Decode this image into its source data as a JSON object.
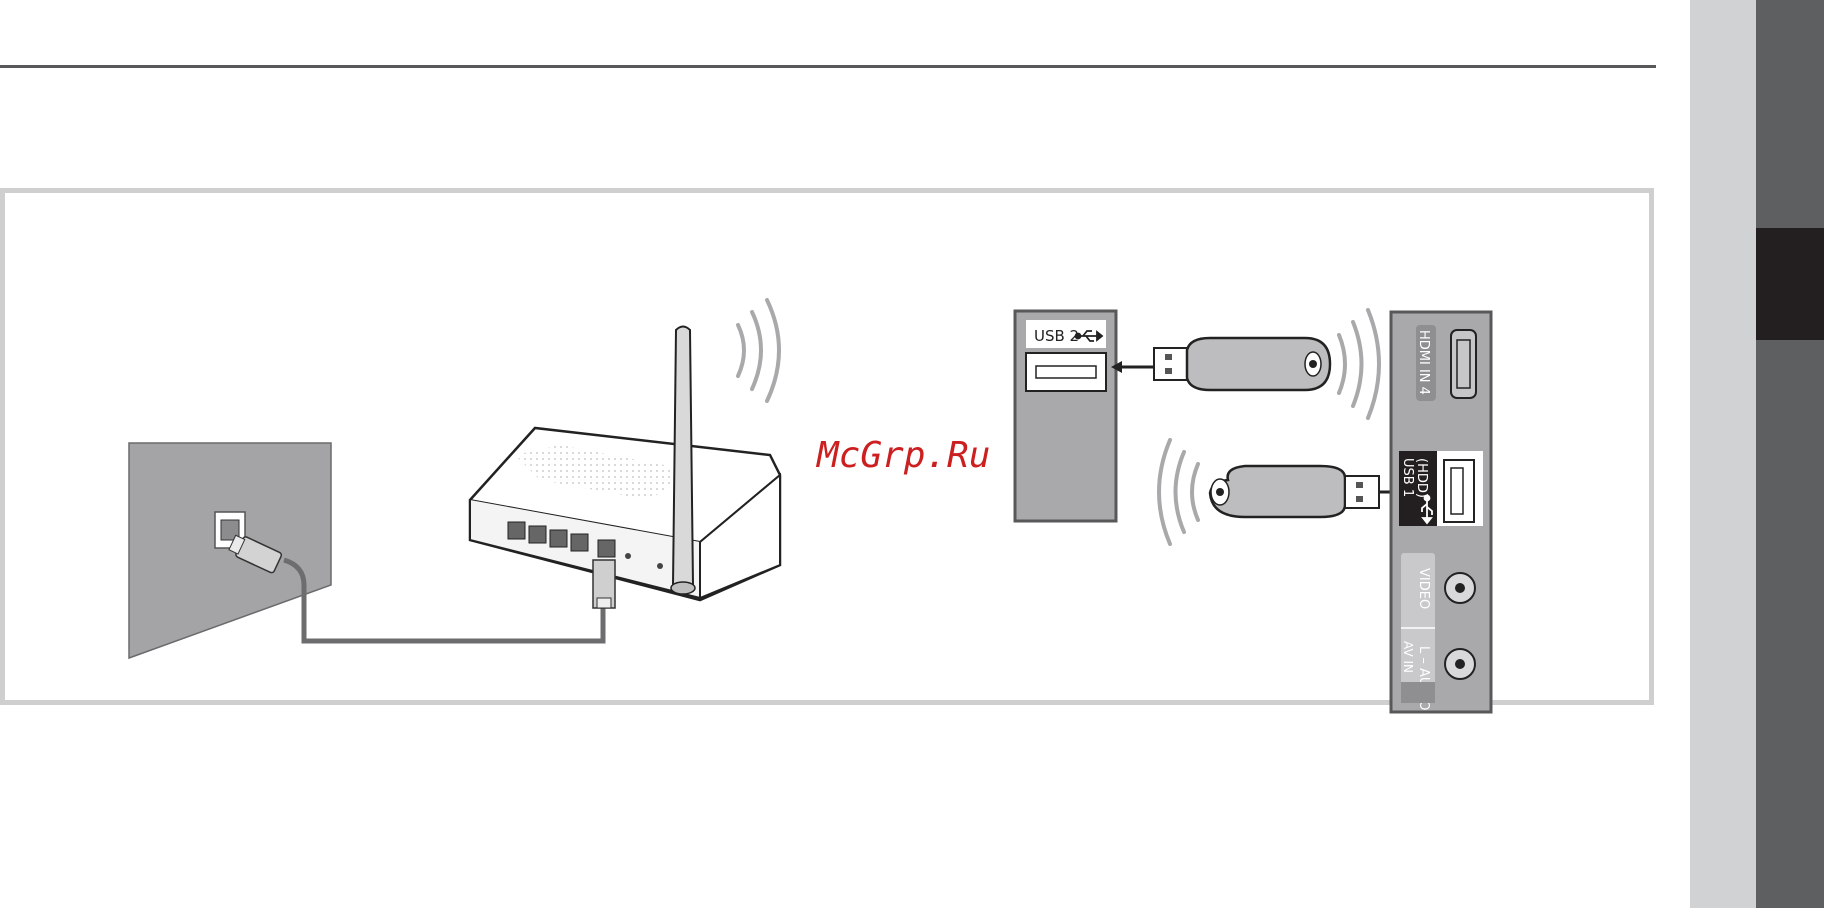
{
  "labels": {
    "usb2": "USB 2",
    "hdmi_in_4": "HDMI IN 4",
    "usb1_line1": "USB 1",
    "usb1_line2": "(HDD)",
    "video": "VIDEO",
    "audio": "L – AUDIO",
    "av_in": "AV IN"
  },
  "watermark": "McGrp.Ru",
  "colors": {
    "rule": "#58585a",
    "frame_border": "#cfcfcf",
    "side_light": "#d1d2d4",
    "side_dark": "#5e5f61",
    "side_active": "#231f20",
    "watermark": "#cc1f1f",
    "panel_gray": "#a9a9ab",
    "wall_gray": "#a4a4a6"
  },
  "icons": [
    "usb-icon",
    "wifi-signal-icon",
    "ethernet-port-icon",
    "router-icon",
    "usb-stick-icon",
    "wall-socket-icon"
  ]
}
